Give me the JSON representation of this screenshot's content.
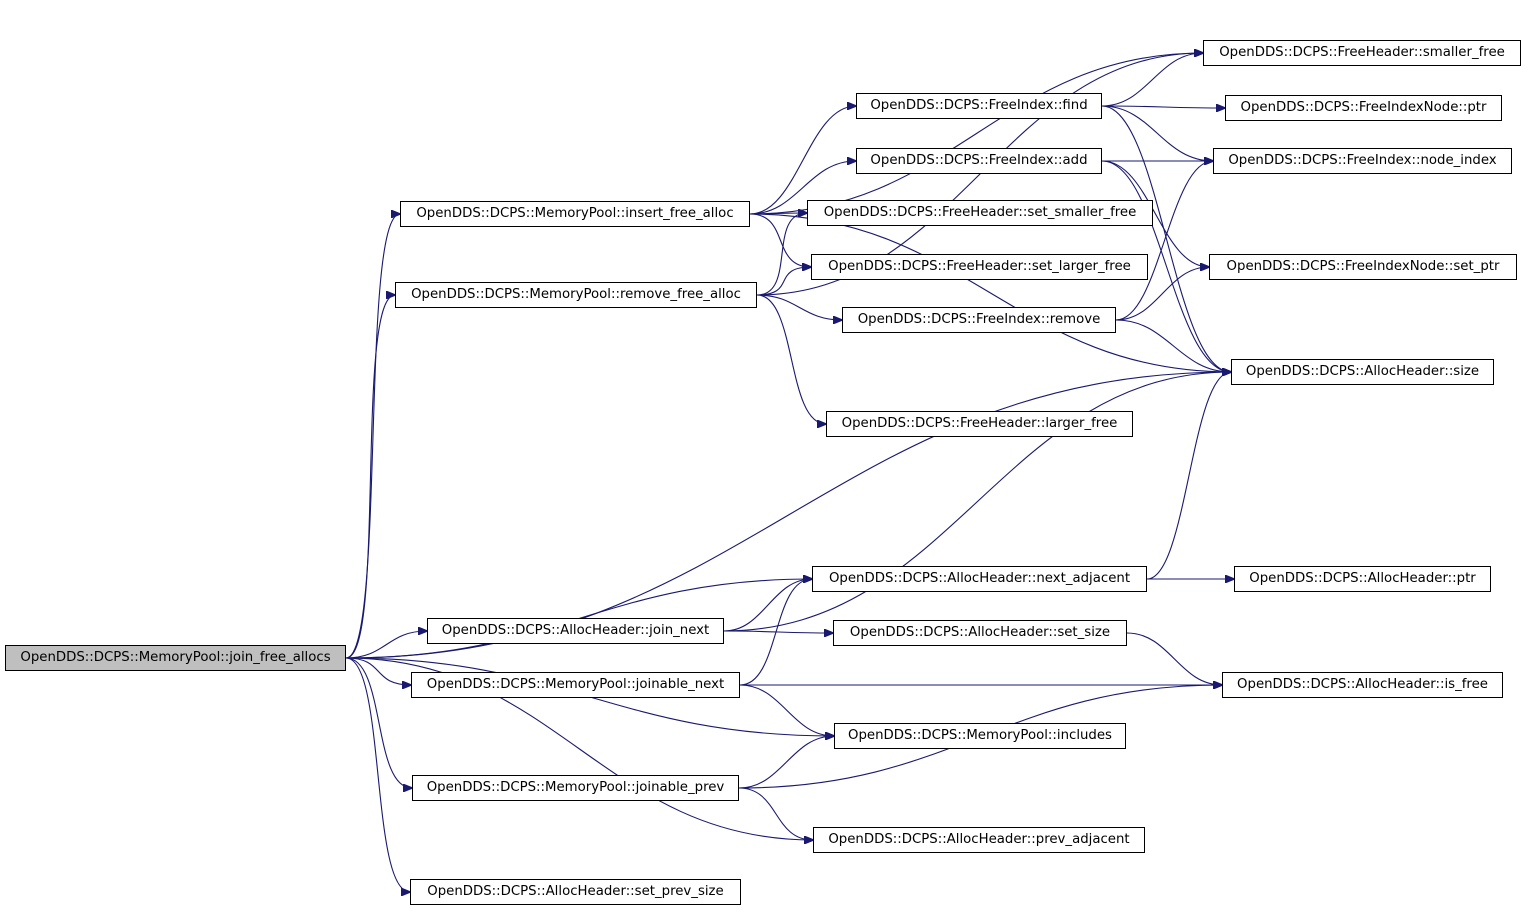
{
  "graph": {
    "colors": {
      "edge": "#191970",
      "root_fill": "#bfbfbf",
      "node_fill": "#ffffff",
      "node_border": "#000000"
    },
    "nodes": {
      "join_free_allocs": "OpenDDS::DCPS::MemoryPool::join_free_allocs",
      "insert_free_alloc": "OpenDDS::DCPS::MemoryPool::insert_free_alloc",
      "remove_free_alloc": "OpenDDS::DCPS::MemoryPool::remove_free_alloc",
      "fi_find": "OpenDDS::DCPS::FreeIndex::find",
      "fi_add": "OpenDDS::DCPS::FreeIndex::add",
      "set_smaller_free": "OpenDDS::DCPS::FreeHeader::set_smaller_free",
      "set_larger_free": "OpenDDS::DCPS::FreeHeader::set_larger_free",
      "fi_remove": "OpenDDS::DCPS::FreeIndex::remove",
      "larger_free": "OpenDDS::DCPS::FreeHeader::larger_free",
      "smaller_free": "OpenDDS::DCPS::FreeHeader::smaller_free",
      "fin_ptr": "OpenDDS::DCPS::FreeIndexNode::ptr",
      "node_index": "OpenDDS::DCPS::FreeIndex::node_index",
      "fin_set_ptr": "OpenDDS::DCPS::FreeIndexNode::set_ptr",
      "ah_size": "OpenDDS::DCPS::AllocHeader::size",
      "next_adjacent": "OpenDDS::DCPS::AllocHeader::next_adjacent",
      "ah_ptr": "OpenDDS::DCPS::AllocHeader::ptr",
      "join_next": "OpenDDS::DCPS::AllocHeader::join_next",
      "set_size": "OpenDDS::DCPS::AllocHeader::set_size",
      "joinable_next": "OpenDDS::DCPS::MemoryPool::joinable_next",
      "is_free": "OpenDDS::DCPS::AllocHeader::is_free",
      "includes": "OpenDDS::DCPS::MemoryPool::includes",
      "joinable_prev": "OpenDDS::DCPS::MemoryPool::joinable_prev",
      "prev_adjacent": "OpenDDS::DCPS::AllocHeader::prev_adjacent",
      "set_prev_size": "OpenDDS::DCPS::AllocHeader::set_prev_size"
    },
    "edges": [
      [
        "join_free_allocs",
        "insert_free_alloc"
      ],
      [
        "join_free_allocs",
        "remove_free_alloc"
      ],
      [
        "join_free_allocs",
        "ah_size"
      ],
      [
        "join_free_allocs",
        "next_adjacent"
      ],
      [
        "join_free_allocs",
        "join_next"
      ],
      [
        "join_free_allocs",
        "joinable_next"
      ],
      [
        "join_free_allocs",
        "includes"
      ],
      [
        "join_free_allocs",
        "joinable_prev"
      ],
      [
        "join_free_allocs",
        "prev_adjacent"
      ],
      [
        "join_free_allocs",
        "set_prev_size"
      ],
      [
        "insert_free_alloc",
        "smaller_free"
      ],
      [
        "insert_free_alloc",
        "fi_find"
      ],
      [
        "insert_free_alloc",
        "fi_add"
      ],
      [
        "insert_free_alloc",
        "set_smaller_free"
      ],
      [
        "insert_free_alloc",
        "set_larger_free"
      ],
      [
        "insert_free_alloc",
        "ah_size"
      ],
      [
        "remove_free_alloc",
        "smaller_free"
      ],
      [
        "remove_free_alloc",
        "set_smaller_free"
      ],
      [
        "remove_free_alloc",
        "set_larger_free"
      ],
      [
        "remove_free_alloc",
        "fi_remove"
      ],
      [
        "remove_free_alloc",
        "larger_free"
      ],
      [
        "fi_find",
        "smaller_free"
      ],
      [
        "fi_find",
        "fin_ptr"
      ],
      [
        "fi_find",
        "node_index"
      ],
      [
        "fi_find",
        "ah_size"
      ],
      [
        "fi_add",
        "node_index"
      ],
      [
        "fi_add",
        "fin_set_ptr"
      ],
      [
        "fi_add",
        "ah_size"
      ],
      [
        "fi_remove",
        "node_index"
      ],
      [
        "fi_remove",
        "fin_set_ptr"
      ],
      [
        "fi_remove",
        "ah_size"
      ],
      [
        "next_adjacent",
        "ah_size"
      ],
      [
        "next_adjacent",
        "ah_ptr"
      ],
      [
        "join_next",
        "ah_size"
      ],
      [
        "join_next",
        "next_adjacent"
      ],
      [
        "join_next",
        "set_size"
      ],
      [
        "set_size",
        "is_free"
      ],
      [
        "joinable_next",
        "next_adjacent"
      ],
      [
        "joinable_next",
        "is_free"
      ],
      [
        "joinable_next",
        "includes"
      ],
      [
        "joinable_prev",
        "includes"
      ],
      [
        "joinable_prev",
        "is_free"
      ],
      [
        "joinable_prev",
        "prev_adjacent"
      ]
    ]
  }
}
